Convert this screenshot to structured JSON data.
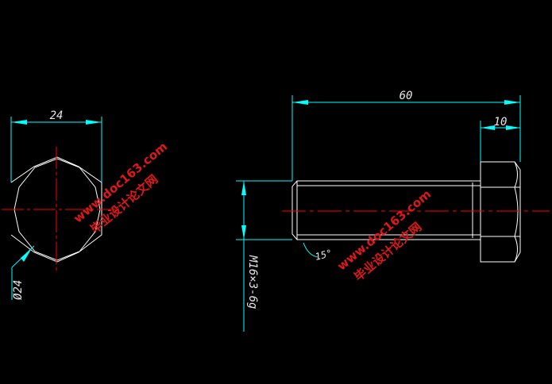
{
  "dimensions": {
    "width_label": "24",
    "diameter_label": "Ø24",
    "length_label": "60",
    "head_label": "10",
    "thread_label": "M16×3-6g",
    "chamfer_label": "15°"
  },
  "watermark": {
    "url": "www.doc163.com",
    "cn": "毕业设计论文网"
  },
  "colors": {
    "background": "#000000",
    "outline": "#ffffff",
    "dimension": "#00ffff",
    "centerline": "#ff0000",
    "watermark": "#e01818"
  }
}
